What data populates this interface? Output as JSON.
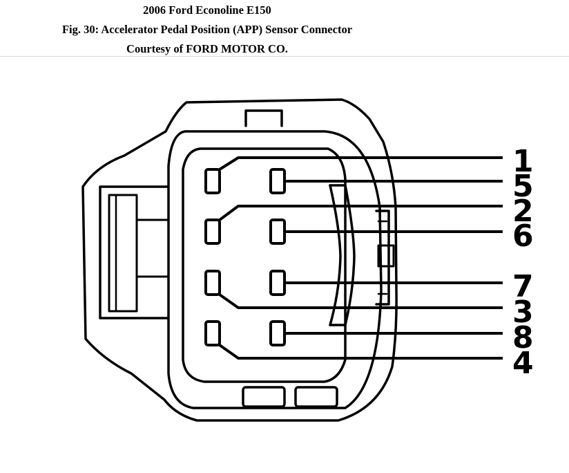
{
  "header": {
    "line1": "2006 Ford Econoline E150",
    "line2": "Fig. 30: Accelerator Pedal Position (APP) Sensor Connector",
    "line3": "Courtesy of FORD MOTOR CO."
  },
  "pins": [
    "1",
    "5",
    "2",
    "6",
    "7",
    "3",
    "8",
    "4"
  ]
}
